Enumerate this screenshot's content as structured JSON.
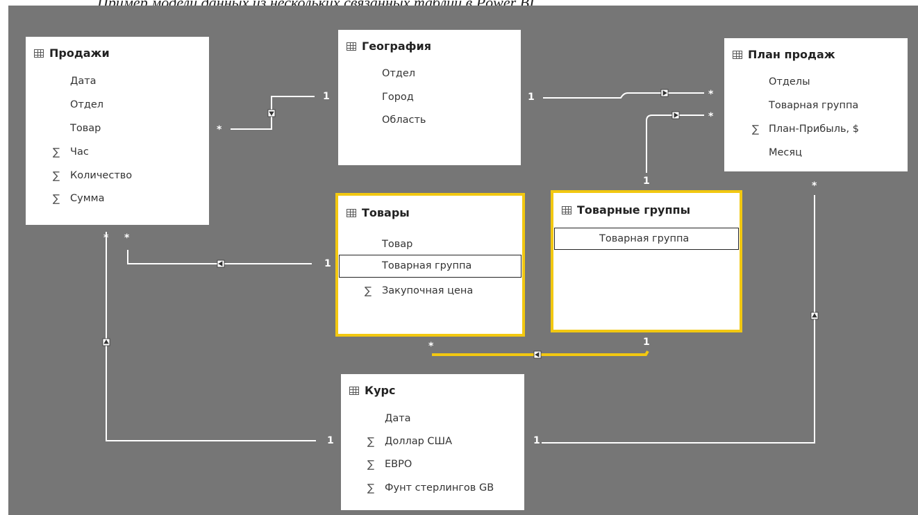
{
  "cropped_caption": "Пример модели данных из нескольких связанных таблиц в Power BI",
  "tables": {
    "prodazhi": {
      "name": "Продажи",
      "fields": [
        {
          "label": "Дата",
          "sum": false
        },
        {
          "label": "Отдел",
          "sum": false
        },
        {
          "label": "Товар",
          "sum": false
        },
        {
          "label": "Час",
          "sum": true
        },
        {
          "label": "Количество",
          "sum": true
        },
        {
          "label": "Сумма",
          "sum": true
        }
      ]
    },
    "geografiya": {
      "name": "География",
      "fields": [
        {
          "label": "Отдел",
          "sum": false
        },
        {
          "label": "Город",
          "sum": false
        },
        {
          "label": "Область",
          "sum": false
        }
      ]
    },
    "plan": {
      "name": "План продаж",
      "fields": [
        {
          "label": "Отделы",
          "sum": false
        },
        {
          "label": "Товарная группа",
          "sum": false
        },
        {
          "label": "План-Прибыль, $",
          "sum": true
        },
        {
          "label": "Месяц",
          "sum": false
        }
      ]
    },
    "tovary": {
      "name": "Товары",
      "selected": true,
      "fields": [
        {
          "label": "Товар",
          "sum": false
        },
        {
          "label": "Товарная  группа",
          "sum": false,
          "highlighted": true
        },
        {
          "label": "Закупочная цена",
          "sum": true
        }
      ]
    },
    "tgruppy": {
      "name": "Товарные группы",
      "selected": true,
      "fields": [
        {
          "label": "Товарная  группа",
          "sum": false,
          "highlighted": true
        }
      ]
    },
    "kurs": {
      "name": "Курс",
      "fields": [
        {
          "label": "Дата",
          "sum": false
        },
        {
          "label": "Доллар США",
          "sum": true
        },
        {
          "label": "ЕВРО",
          "sum": true
        },
        {
          "label": "Фунт стерлингов GB",
          "sum": true
        }
      ]
    }
  },
  "relationships": [
    {
      "from": "Продажи",
      "to": "География",
      "from_card": "*",
      "to_card": "1"
    },
    {
      "from": "Продажи",
      "to": "Товары",
      "from_card": "*",
      "to_card": "1"
    },
    {
      "from": "Продажи",
      "to": "Курс",
      "from_card": "*",
      "to_card": "1"
    },
    {
      "from": "План продаж",
      "to": "География",
      "from_card": "*",
      "to_card": "1"
    },
    {
      "from": "План продаж",
      "to": "Товарные группы",
      "from_card": "*",
      "to_card": "1"
    },
    {
      "from": "План продаж",
      "to": "Курс",
      "from_card": "*",
      "to_card": "1"
    },
    {
      "from": "Товары",
      "to": "Товарные группы",
      "from_card": "*",
      "to_card": "1",
      "selected": true
    }
  ],
  "symbols": {
    "many": "*",
    "one": "1",
    "sum": "∑"
  },
  "colors": {
    "canvas": "#767676",
    "card": "#ffffff",
    "wire": "#ffffff",
    "selection": "#f2c811"
  }
}
